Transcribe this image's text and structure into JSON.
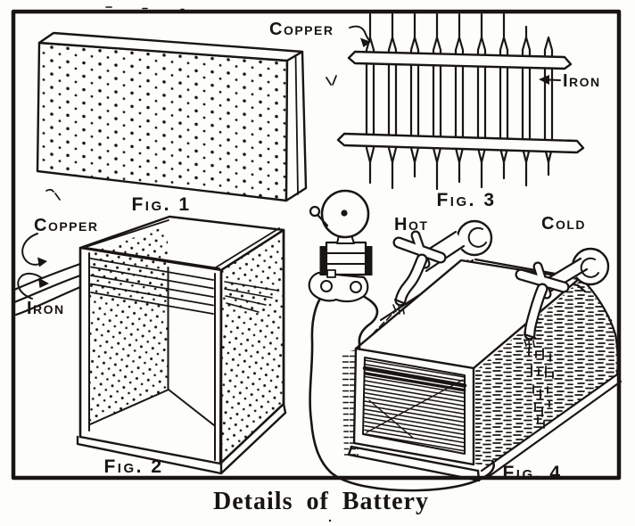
{
  "colors": {
    "ink": "#181512",
    "paper": "#fdfdfb"
  },
  "caption": "Details of Battery",
  "figures": {
    "fig1": {
      "label": "Fig. 1"
    },
    "fig2": {
      "label": "Fig. 2",
      "labels": {
        "copper": "Copper",
        "iron": "Iron"
      }
    },
    "fig3": {
      "label": "Fig. 3",
      "labels": {
        "copper": "Copper",
        "iron": "Iron"
      }
    },
    "fig4": {
      "label": "Fig. 4",
      "labels": {
        "hot": "Hot",
        "cold": "Cold"
      }
    }
  }
}
